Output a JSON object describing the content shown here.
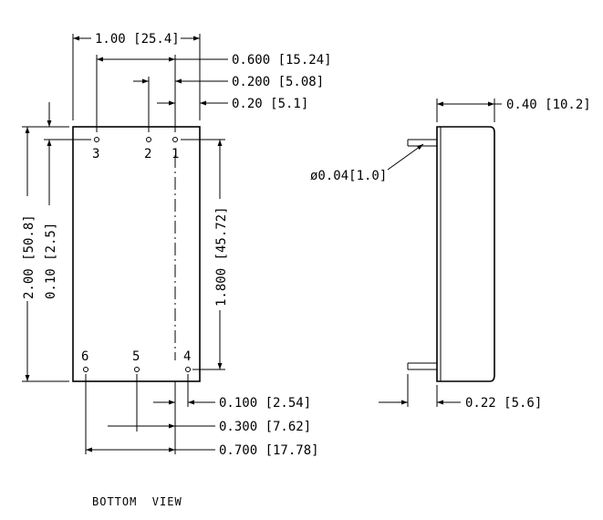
{
  "dimensions": {
    "width_top": "1.00 [25.4]",
    "pin_span_top": "0.600 [15.24]",
    "pin_pitch_top": "0.200 [5.08]",
    "pin1_offset": "0.20 [5.1]",
    "height_total": "2.00 [50.8]",
    "pin_edge_offset": "0.10 [2.5]",
    "pin_row_spacing": "1.800 [45.72]",
    "pin4_offset": "0.100 [2.54]",
    "pin5_offset": "0.300 [7.62]",
    "pin6_offset": "0.700 [17.78]",
    "side_thickness": "0.40 [10.2]",
    "pin_diameter": "ø0.04[1.0]",
    "pin_length": "0.22 [5.6]"
  },
  "pins": [
    "1",
    "2",
    "3",
    "4",
    "5",
    "6"
  ],
  "caption": "BOTTOM  VIEW"
}
